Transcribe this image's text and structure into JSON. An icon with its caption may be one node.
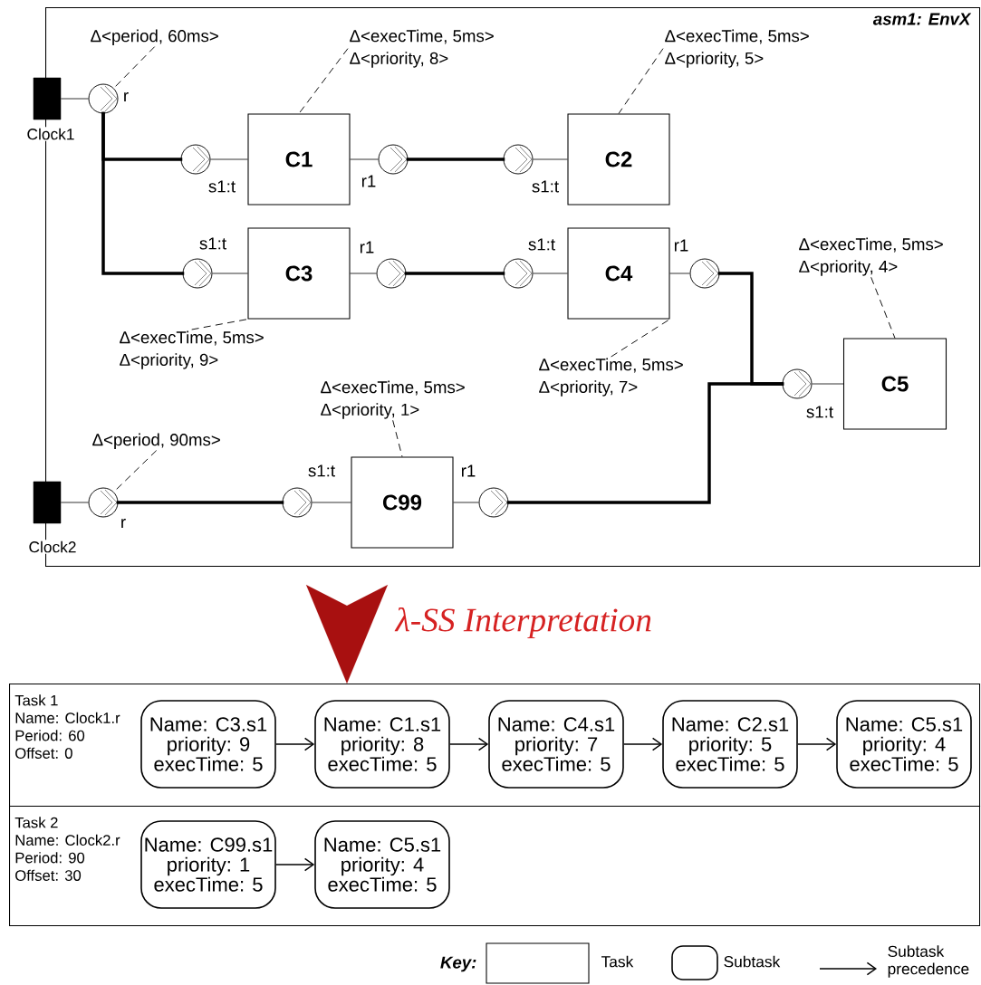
{
  "diagram": {
    "nodes": [
      {
        "text": [
          "asm1: EnvX"
        ]
      },
      {
        "text": [
          "Clock1"
        ]
      },
      {
        "text": [],
        "shape": "circle",
        "in": 0,
        "beside": [
          "r"
        ]
      },
      {
        "text": [
          "Δ<period, 60ms>"
        ],
        "in": 0
      },
      {
        "text": [
          "C1"
        ],
        "in": 0
      },
      {
        "text": [],
        "shape": "circle",
        "in": 0,
        "beside": [
          "s1:t"
        ]
      },
      {
        "text": [],
        "shape": "circle",
        "in": 0,
        "beside": [
          "r1"
        ]
      },
      {
        "text": [
          "Δ<execTime, 5ms>",
          "Δ<priority, 8>"
        ],
        "in": 0
      },
      {
        "text": [
          "C2"
        ],
        "in": 0
      },
      {
        "text": [],
        "shape": "circle",
        "in": 0,
        "beside": [
          "s1:t"
        ]
      },
      {
        "text": [
          "Δ<execTime, 5ms>",
          "Δ<priority, 5>"
        ],
        "in": 0
      },
      {
        "text": [
          "C3"
        ],
        "in": 0
      },
      {
        "text": [],
        "shape": "circle",
        "in": 0,
        "beside": [
          "s1:t"
        ]
      },
      {
        "text": [],
        "shape": "circle",
        "in": 0,
        "beside": [
          "r1"
        ]
      },
      {
        "text": [
          "Δ<execTime, 5ms>",
          "Δ<priority, 9>"
        ],
        "in": 0
      },
      {
        "text": [
          "C4"
        ],
        "in": 0
      },
      {
        "text": [],
        "shape": "circle",
        "in": 0,
        "beside": [
          "s1:t"
        ]
      },
      {
        "text": [],
        "shape": "circle",
        "in": 0,
        "beside": [
          "r1"
        ]
      },
      {
        "text": [
          "Δ<execTime, 5ms>",
          "Δ<priority, 7>"
        ],
        "in": 0
      },
      {
        "text": [
          "C5"
        ],
        "in": 0
      },
      {
        "text": [],
        "shape": "circle",
        "in": 0,
        "beside": [
          "s1:t"
        ]
      },
      {
        "text": [
          "Δ<execTime, 5ms>",
          "Δ<priority, 4>"
        ],
        "in": 0
      },
      {
        "text": [
          "Clock2"
        ]
      },
      {
        "text": [],
        "shape": "circle",
        "in": 0,
        "beside": [
          "r"
        ]
      },
      {
        "text": [
          "Δ<period, 90ms>"
        ],
        "in": 0
      },
      {
        "text": [
          "C99"
        ],
        "in": 0
      },
      {
        "text": [],
        "shape": "circle",
        "in": 0,
        "beside": [
          "s1:t"
        ]
      },
      {
        "text": [],
        "shape": "circle",
        "in": 0,
        "beside": [
          "r1"
        ]
      },
      {
        "text": [
          "Δ<execTime, 5ms>",
          "Δ<priority, 1>"
        ],
        "in": 0
      },
      {
        "text": [
          "Task 1",
          "Name: Clock1.r",
          "Period: 60",
          "Offset: 0"
        ]
      },
      {
        "text": [
          "Name: C3.s1",
          "priority: 9",
          "execTime: 5"
        ],
        "in": 29
      },
      {
        "text": [
          "Name: C1.s1",
          "priority: 8",
          "execTime: 5"
        ],
        "in": 29
      },
      {
        "text": [
          "Name: C4.s1",
          "priority: 7",
          "execTime: 5"
        ],
        "in": 29
      },
      {
        "text": [
          "Name: C2.s1",
          "priority: 5",
          "execTime: 5"
        ],
        "in": 29
      },
      {
        "text": [
          "Name: C5.s1",
          "priority: 4",
          "execTime: 5"
        ],
        "in": 29
      },
      {
        "text": [
          "Task 2",
          "Name: Clock2.r",
          "Period: 90",
          "Offset: 30"
        ]
      },
      {
        "text": [
          "Name: C99.s1",
          "priority: 1",
          "execTime: 5"
        ],
        "in": 35
      },
      {
        "text": [
          "Name: C5.s1",
          "priority: 4",
          "execTime: 5"
        ],
        "in": 35
      }
    ],
    "edges": [
      {
        "from": 1,
        "to": 2,
        "arrow": "none"
      },
      {
        "from": 3,
        "to": 2,
        "arrow": "none",
        "style": "dashed"
      },
      {
        "from": 2,
        "to": 5,
        "arrow": "none",
        "style": "thick"
      },
      {
        "from": 2,
        "to": 12,
        "arrow": "none",
        "style": "thick"
      },
      {
        "from": 5,
        "to": 4,
        "arrow": "none"
      },
      {
        "from": 7,
        "to": 4,
        "arrow": "none",
        "style": "dashed"
      },
      {
        "from": 4,
        "to": 6,
        "arrow": "none"
      },
      {
        "from": 6,
        "to": 9,
        "arrow": "none",
        "style": "thick"
      },
      {
        "from": 9,
        "to": 8,
        "arrow": "none"
      },
      {
        "from": 10,
        "to": 8,
        "arrow": "none",
        "style": "dashed"
      },
      {
        "from": 12,
        "to": 11,
        "arrow": "none"
      },
      {
        "from": 14,
        "to": 11,
        "arrow": "none",
        "style": "dashed"
      },
      {
        "from": 11,
        "to": 13,
        "arrow": "none"
      },
      {
        "from": 13,
        "to": 16,
        "arrow": "none",
        "style": "thick"
      },
      {
        "from": 16,
        "to": 15,
        "arrow": "none"
      },
      {
        "from": 18,
        "to": 15,
        "arrow": "none",
        "style": "dashed"
      },
      {
        "from": 15,
        "to": 17,
        "arrow": "none"
      },
      {
        "from": 17,
        "to": 20,
        "arrow": "none",
        "style": "thick"
      },
      {
        "from": 20,
        "to": 19,
        "arrow": "none"
      },
      {
        "from": 21,
        "to": 19,
        "arrow": "none",
        "style": "dashed"
      },
      {
        "from": 22,
        "to": 23,
        "arrow": "none"
      },
      {
        "from": 24,
        "to": 23,
        "arrow": "none",
        "style": "dashed"
      },
      {
        "from": 23,
        "to": 26,
        "arrow": "none",
        "style": "thick"
      },
      {
        "from": 26,
        "to": 25,
        "arrow": "none"
      },
      {
        "from": 25,
        "to": 27,
        "arrow": "none"
      },
      {
        "from": 27,
        "to": 20,
        "arrow": "none",
        "style": "thick"
      },
      {
        "from": 28,
        "to": 25,
        "arrow": "none",
        "style": "dashed"
      },
      {
        "from": 30,
        "to": 31,
        "arrow": "to"
      },
      {
        "from": 31,
        "to": 32,
        "arrow": "to"
      },
      {
        "from": 32,
        "to": 33,
        "arrow": "to"
      },
      {
        "from": 33,
        "to": 34,
        "arrow": "to"
      },
      {
        "from": 36,
        "to": 37,
        "arrow": "to"
      },
      {
        "from": 0,
        "to": 29,
        "arrow": "to",
        "color": "#a81010"
      }
    ],
    "labels": [
      "λ-SS Interpretation",
      "Key:"
    ],
    "legend": [
      {
        "text": "Task"
      },
      {
        "text": "Subtask"
      },
      {
        "text": "Subtask precedence"
      }
    ]
  }
}
